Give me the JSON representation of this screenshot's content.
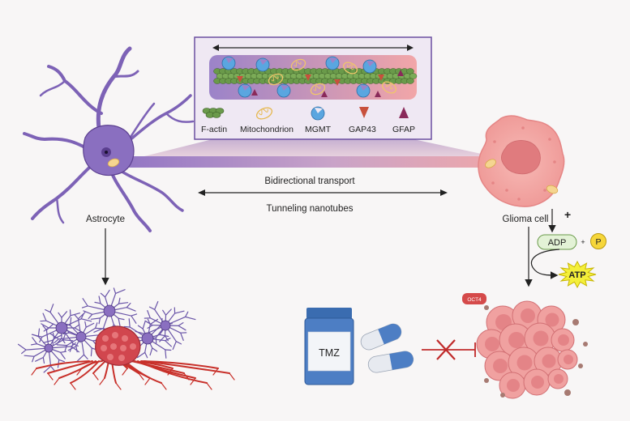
{
  "labels": {
    "astrocyte": "Astrocyte",
    "glioma_cell": "Glioma cell",
    "bidirectional_transport": "Bidirectional transport",
    "tunneling_nanotubes": "Tunneling nanotubes",
    "plus_sign": "+",
    "adp": "ADP",
    "small_plus": "+",
    "phosphate": "P",
    "atp": "ATP",
    "oct4": "OCT4",
    "tmz": "TMZ"
  },
  "legend": {
    "items": [
      {
        "label": "F-actin"
      },
      {
        "label": "Mitochondrion"
      },
      {
        "label": "MGMT"
      },
      {
        "label": "GAP43"
      },
      {
        "label": "GFAP"
      }
    ]
  },
  "colors": {
    "astrocyte": "#8a6fc0",
    "astrocyte_dark": "#5b3f8f",
    "glioma": "#f4a9a6",
    "glioma_nucleus": "#e07b7e",
    "factin": "#6a9a4a",
    "mitochondrion": "#f0c66a",
    "mgmt": "#5aa6e0",
    "gap43": "#c8503c",
    "gfap": "#8a2a5a",
    "inset_border": "#6b4fa0",
    "atp_burst": "#f4ef3a",
    "phosphate": "#f6d63a",
    "adp_fill": "#e3f2d6",
    "oct4": "#d54a4a",
    "capsule_blue": "#4d7ec4",
    "vessel": "#c8302a",
    "inhibit": "#c02a2a"
  },
  "icons": {
    "legend": [
      "factin-icon",
      "mitochondrion-icon",
      "mgmt-icon",
      "gap43-icon",
      "gfap-icon"
    ],
    "drug": [
      "tmz-bottle-icon",
      "capsule-icon",
      "inhibit-icon"
    ]
  }
}
